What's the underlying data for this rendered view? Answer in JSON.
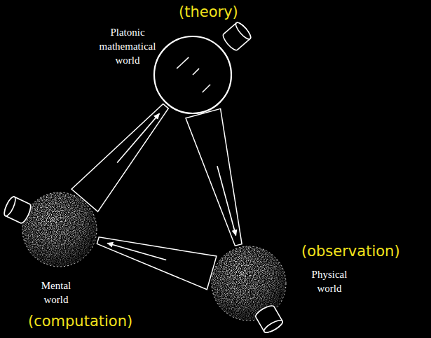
{
  "diagram": {
    "nodes": [
      {
        "text": [
          "(theory)",
          "Platonic mathematical world"
        ]
      },
      {
        "text": [
          "(observation)",
          "Physical world"
        ]
      },
      {
        "text": [
          "Mental world",
          "(computation)"
        ]
      }
    ],
    "edges": [
      {
        "from": 0,
        "to": 1,
        "arrow": "to"
      },
      {
        "from": 1,
        "to": 2,
        "arrow": "to"
      },
      {
        "from": 2,
        "to": 0,
        "arrow": "to"
      }
    ]
  }
}
